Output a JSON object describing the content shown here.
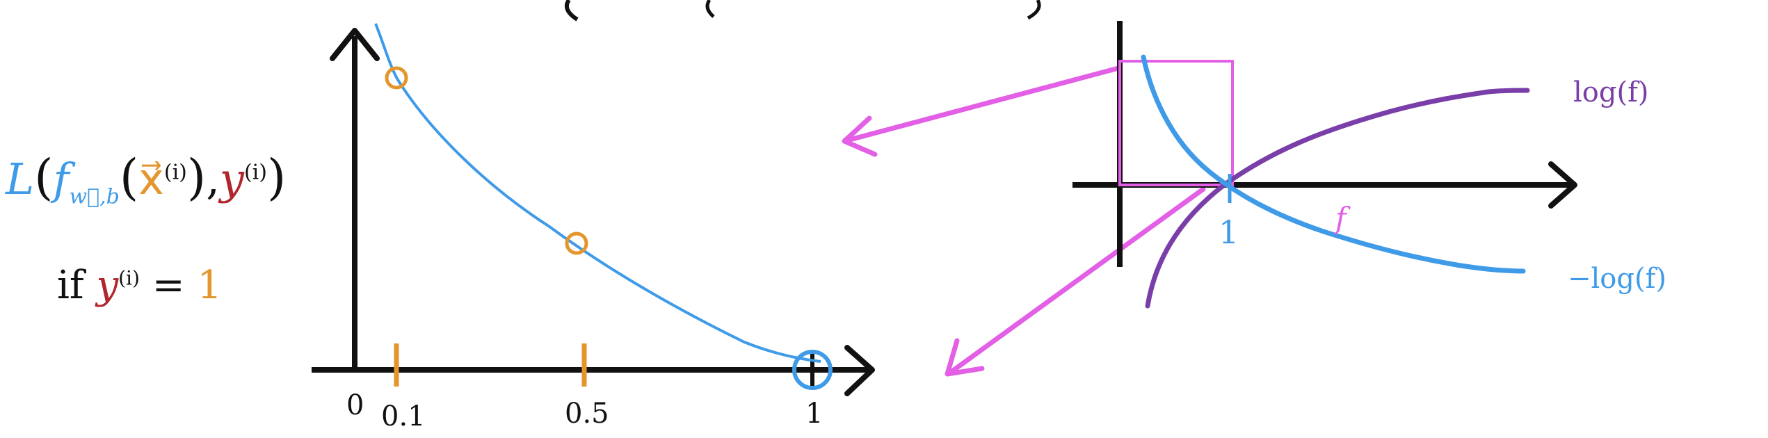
{
  "loss_label": {
    "L": "L",
    "f": "f",
    "subscript": "w⃗,b",
    "x": "x⃗",
    "x_sup": "(i)",
    "comma": ",",
    "y": "y",
    "y_sup": "(i)"
  },
  "condition": {
    "if": "if",
    "y": "y",
    "y_sup": "(i)",
    "equals": "=",
    "value": "1"
  },
  "left_plot": {
    "origin_label": "0",
    "ticks": [
      "0.1",
      "0.5",
      "1"
    ]
  },
  "right_plot": {
    "tick_label": "1",
    "log_label": "log(f)",
    "neg_log_label": "−log(f)",
    "f_label": "f"
  },
  "colors": {
    "curve_blue": "#3f9be8",
    "orange": "#e3962c",
    "magenta": "#e25fe6",
    "purple": "#7a3ea8",
    "red": "#b0262c"
  }
}
